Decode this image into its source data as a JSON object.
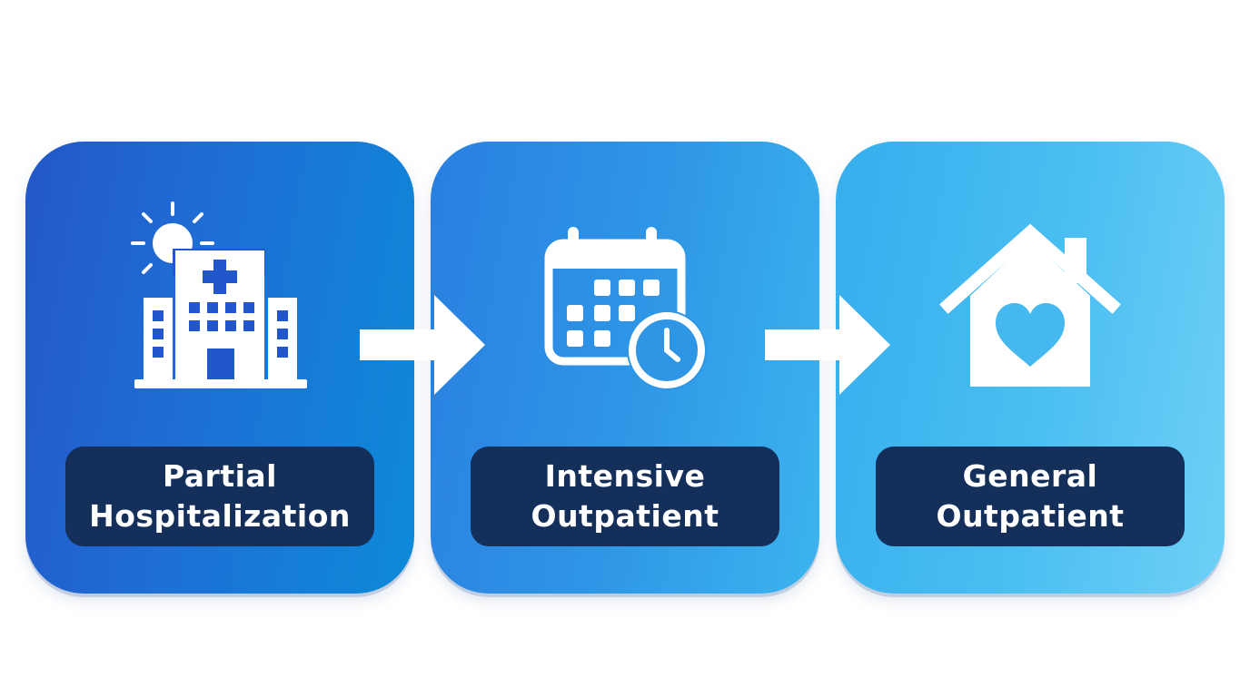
{
  "steps": [
    {
      "icon": "hospital-icon",
      "label_line1": "Partial",
      "label_line2": "Hospitalization"
    },
    {
      "icon": "calendar-clock-icon",
      "label_line1": "Intensive",
      "label_line2": "Outpatient"
    },
    {
      "icon": "home-heart-icon",
      "label_line1": "General",
      "label_line2": "Outpatient"
    }
  ],
  "colors": {
    "label_background": "#14305a",
    "card1_gradient": [
      "#2357c9",
      "#0d8ad8"
    ],
    "card2_gradient": [
      "#2a7fe0",
      "#3cb4ee"
    ],
    "card3_gradient": [
      "#36aeee",
      "#6ed0f6"
    ],
    "icon_color": "#ffffff",
    "arrow_color": "#ffffff"
  }
}
